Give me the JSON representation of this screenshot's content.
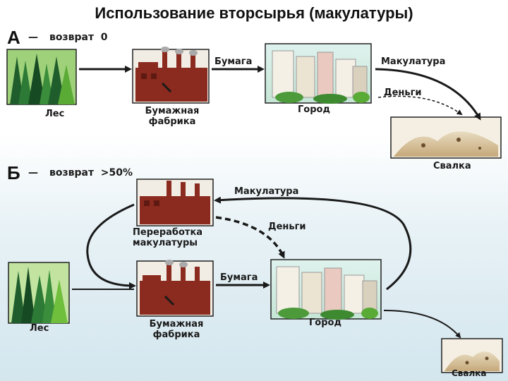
{
  "title": "Использование вторсырья (макулатуры)",
  "scheme_a": {
    "letter": "А",
    "dash": "—",
    "return_label": "возврат  0",
    "forest": "Лес",
    "factory_line1": "Бумажная",
    "factory_line2": "фабрика",
    "paper": "Бумага",
    "city": "Город",
    "waste_paper": "Макулатура",
    "money": "Деньги",
    "landfill": "Свалка"
  },
  "scheme_b": {
    "letter": "Б",
    "dash": "—",
    "return_label": "возврат  >50%",
    "recycling_line1": "Переработка",
    "recycling_line2": "макулатуры",
    "waste_paper": "Макулатура",
    "money": "Деньги",
    "forest": "Лес",
    "factory_line1": "Бумажная",
    "factory_line2": "фабрика",
    "paper": "Бумага",
    "city": "Город",
    "landfill": "Свалка"
  },
  "colors": {
    "factory": "#8b2a1e",
    "forest_dark": "#1f5e2c",
    "forest_light": "#6fbf3c",
    "arrow": "#1a1a1a",
    "background_bottom": "#d3e6ee"
  }
}
